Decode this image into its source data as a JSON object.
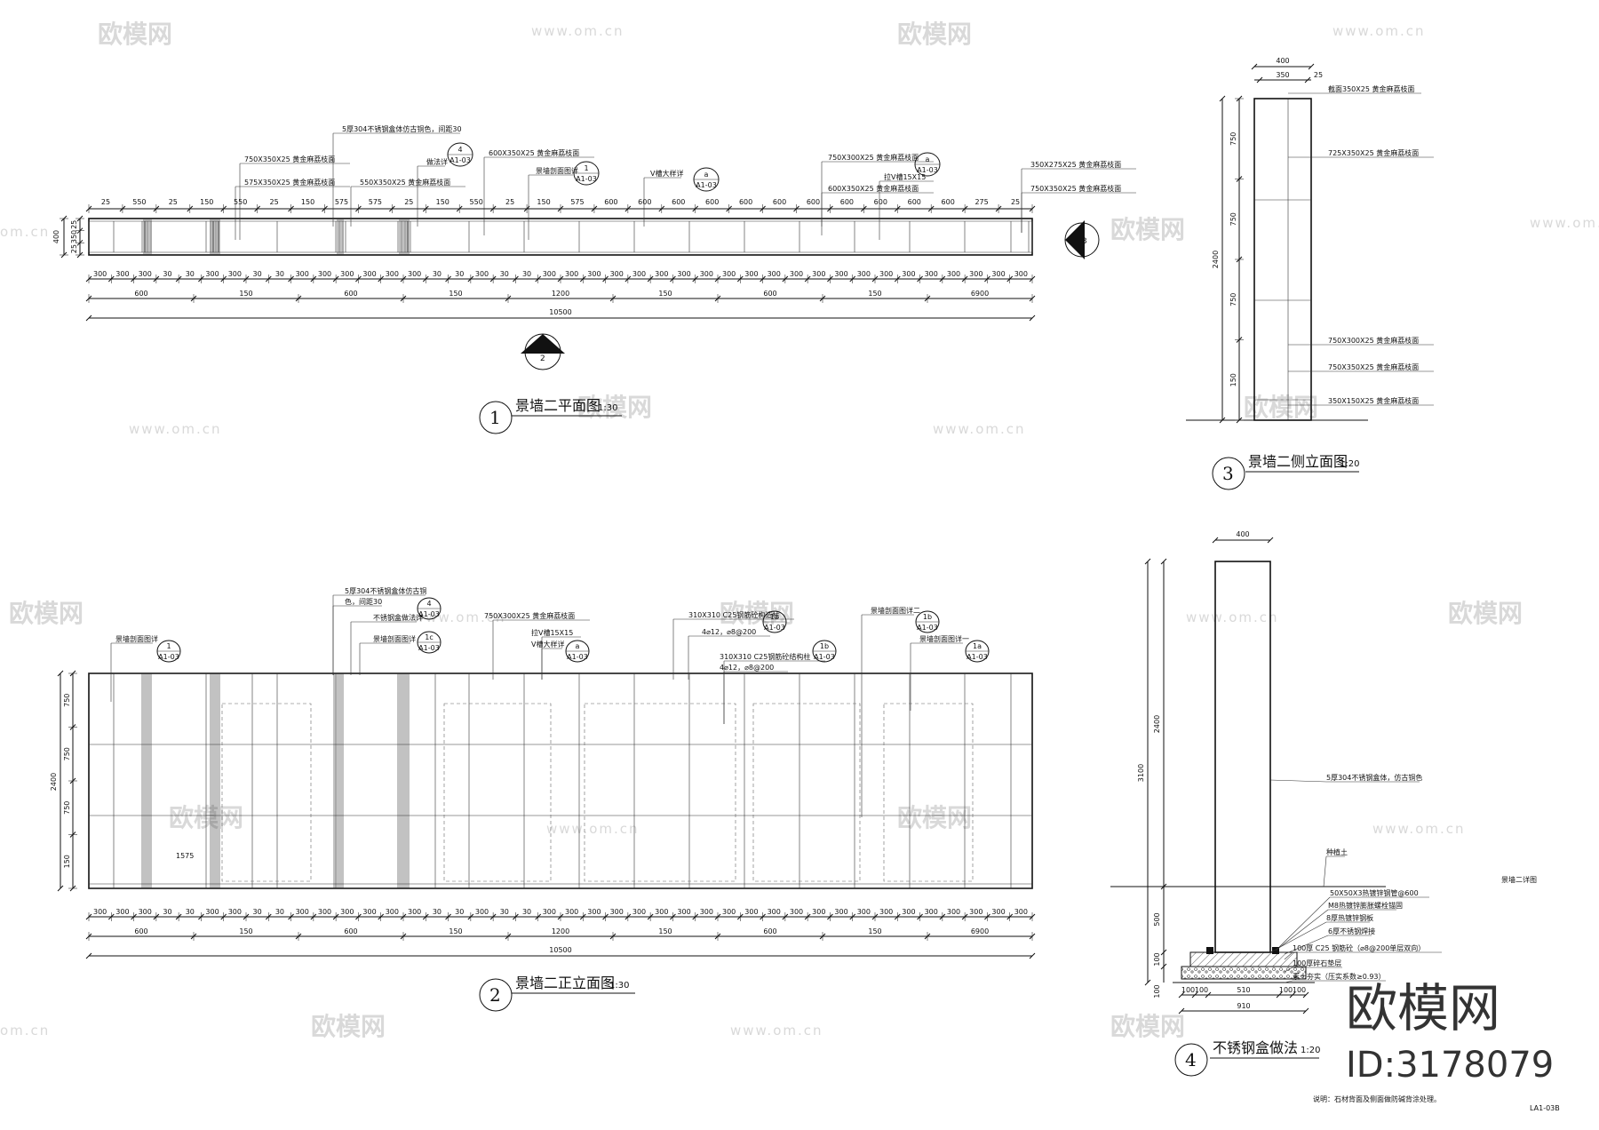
{
  "watermarks": {
    "brand": "欧模网",
    "url": "www.om.cn",
    "url_tail": "om.cn"
  },
  "brand": {
    "logo_text": "欧模网",
    "id_text": "ID:3178079"
  },
  "views": {
    "plan": {
      "number": "1",
      "title": "景墙二平面图",
      "scale": "1:30"
    },
    "front": {
      "number": "2",
      "title": "景墙二正立面图",
      "scale": "1:30"
    },
    "side": {
      "number": "3",
      "title": "景墙二侧立面图",
      "scale": "1:20"
    },
    "detail": {
      "number": "4",
      "title": "不锈钢盒做法",
      "scale": "1:20"
    }
  },
  "plan": {
    "top_dims": [
      "25",
      "550",
      "25",
      "150",
      "550",
      "25",
      "150",
      "575",
      "575",
      "25",
      "150",
      "550",
      "25",
      "150",
      "575",
      "600",
      "600",
      "600",
      "600",
      "600",
      "600",
      "600",
      "600",
      "600",
      "600",
      "600",
      "275",
      "25"
    ],
    "row300": [
      "300",
      "300",
      "300",
      "30",
      "30",
      "300",
      "300",
      "30",
      "30",
      "300",
      "300",
      "300",
      "300",
      "300",
      "300",
      "30",
      "30",
      "300",
      "30",
      "30",
      "300",
      "300",
      "300",
      "300",
      "300",
      "300",
      "300",
      "300",
      "300",
      "300",
      "300",
      "300",
      "300",
      "300",
      "300",
      "300",
      "300",
      "300",
      "300",
      "300",
      "300",
      "300"
    ],
    "row_mid": [
      "600",
      "150",
      "600",
      "150",
      "1200",
      "150",
      "600",
      "150",
      "6900"
    ],
    "total": "10500",
    "left_dims": [
      "400",
      "25",
      "350",
      "25"
    ],
    "section_marker": "2",
    "side_marker": "3",
    "labels": [
      "750X350X25 黄金麻荔枝面",
      "575X350X25 黄金麻荔枝面",
      "5厚304不锈钢盒体仿古铜色，间距30",
      "做法详",
      "550X350X25 黄金麻荔枝面",
      "600X350X25 黄金麻荔枝面",
      "景墙剖面图详",
      "V槽大样详",
      "750X300X25 黄金麻荔枝面",
      "拉V槽15X15",
      "600X350X25 黄金麻荔枝面",
      "350X275X25 黄金麻荔枝面",
      "750X350X25 黄金麻荔枝面"
    ],
    "callouts": [
      "4",
      "A1-03",
      "1",
      "A1-03",
      "a",
      "A1-03",
      "a",
      "A1-03"
    ]
  },
  "front": {
    "left_dims": [
      "750",
      "750",
      "750",
      "150"
    ],
    "total_height": "2400",
    "inner_label": "1575",
    "row300": [
      "300",
      "300",
      "300",
      "30",
      "30",
      "300",
      "300",
      "30",
      "30",
      "300",
      "300",
      "300",
      "300",
      "300",
      "300",
      "30",
      "30",
      "300",
      "30",
      "30",
      "300",
      "300",
      "300",
      "300",
      "300",
      "300",
      "300",
      "300",
      "300",
      "300",
      "300",
      "300",
      "300",
      "300",
      "300",
      "300",
      "300",
      "300",
      "300",
      "300",
      "300",
      "300"
    ],
    "row_mid": [
      "600",
      "150",
      "600",
      "150",
      "1200",
      "150",
      "600",
      "150",
      "6900"
    ],
    "total": "10500",
    "labels": [
      "景墙剖面图详",
      "5厚304不锈钢盒体仿古铜",
      "色，间距30",
      "不锈钢盒做法详",
      "景墙剖面图详",
      "750X300X25 黄金麻荔枝面",
      "拉V槽15X15",
      "V槽大样详",
      "310X310 C25钢筋砼构造柱",
      "4⌀12，⌀8@200",
      "310X310 C25钢筋砼结构柱",
      "4⌀12，⌀8@200",
      "景墙剖面图详二",
      "景墙剖面图详一"
    ],
    "callouts": [
      "1",
      "A1-03",
      "4",
      "A1-03",
      "1c",
      "A1-03",
      "a",
      "A1-03",
      "1b",
      "A1-03",
      "1b",
      "A1-03",
      "1b",
      "A1-03",
      "1a",
      "A1-03"
    ]
  },
  "side": {
    "top_dims": [
      "400",
      "350",
      "25"
    ],
    "left_dims": [
      "750",
      "750",
      "750",
      "150"
    ],
    "total_height": "2400",
    "labels": [
      "截面350X25 黄金麻荔枝面",
      "725X350X25 黄金麻荔枝面",
      "750X300X25 黄金麻荔枝面",
      "750X350X25 黄金麻荔枝面",
      "350X150X25 黄金麻荔枝面"
    ]
  },
  "detail": {
    "top_dim": "400",
    "left_dims": [
      "3100",
      "2400",
      "500",
      "100",
      "100"
    ],
    "bottom_dims": [
      "100",
      "100",
      "510",
      "100",
      "100"
    ],
    "bottom_total": "910",
    "labels": [
      "5厚304不锈钢盒体，仿古铜色",
      "种植土",
      "50X50X3热镀锌钢管@600",
      "M8热镀锌膨胀螺栓锚固",
      "8厚热镀锌钢板",
      "6厚不锈钢焊接",
      "100厚 C25 钢筋砼（⌀8@200单层双向）",
      "100厚碎石垫层",
      "素土夯实（压实系数≥0.93）"
    ],
    "side_note": "景墙二详图",
    "note": "说明：石材背面及侧面做防碱背涂处理。",
    "drawing_no": "LA1-03B"
  }
}
